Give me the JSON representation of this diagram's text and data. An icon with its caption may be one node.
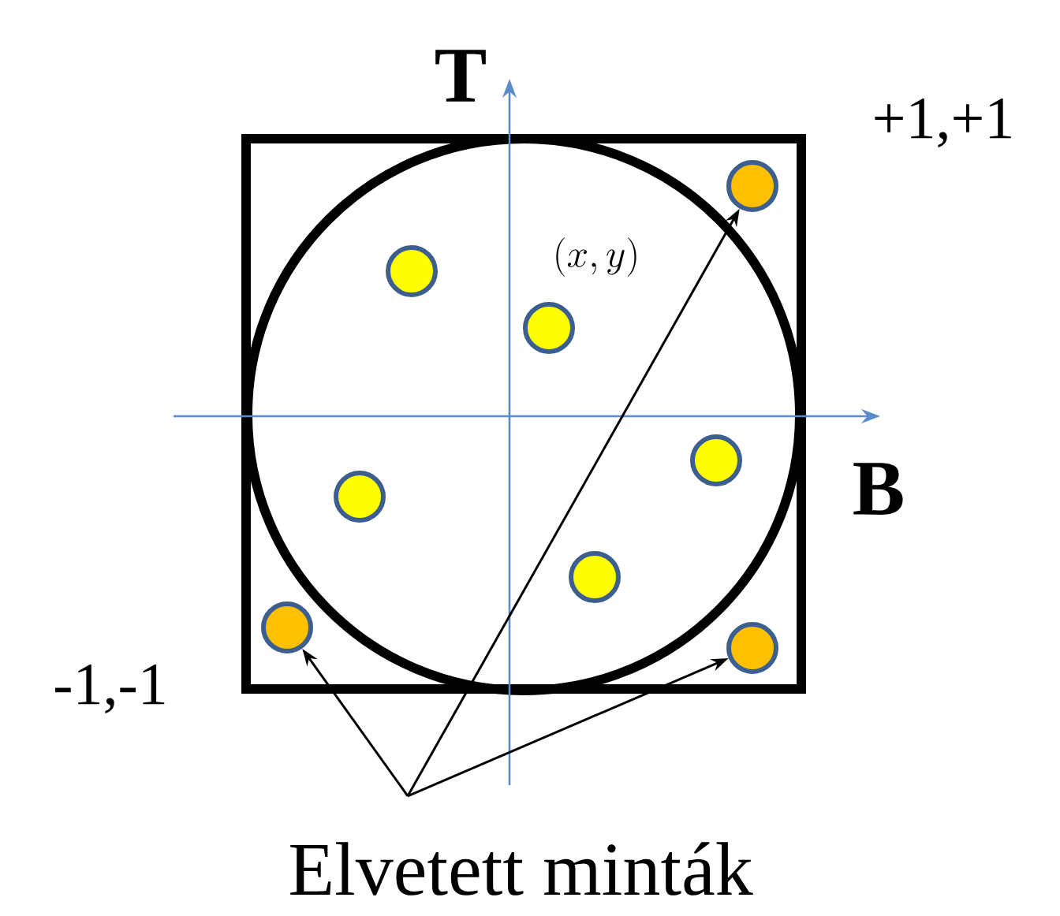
{
  "diagram": {
    "nodes": [
      {
        "text": [
          "Elvetett minták"
        ]
      },
      {
        "text": [],
        "shape": "circle"
      },
      {
        "text": [],
        "shape": "circle"
      },
      {
        "text": [],
        "shape": "circle"
      },
      {
        "text": [],
        "shape": "circle"
      },
      {
        "text": [],
        "shape": "circle"
      },
      {
        "text": [],
        "shape": "circle"
      },
      {
        "text": [],
        "shape": "circle"
      },
      {
        "text": [],
        "shape": "circle"
      }
    ],
    "edges": [
      {
        "from": 0,
        "to": 7,
        "arrow": "to"
      },
      {
        "from": 0,
        "to": 1,
        "arrow": "to"
      },
      {
        "from": 0,
        "to": 8,
        "arrow": "to"
      }
    ],
    "labels": [
      "T",
      "+1,+1",
      "(x, y)",
      "B",
      "-1,-1"
    ]
  }
}
